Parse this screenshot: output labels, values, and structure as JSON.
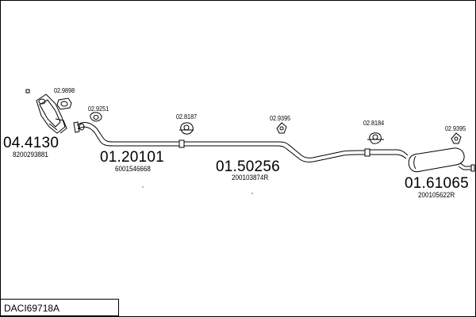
{
  "model_code": "DACI69718A",
  "parts": [
    {
      "id": "part-catalyst",
      "number": "04.4130",
      "oem": "8200293881"
    },
    {
      "id": "part-front-pipe",
      "number": "01.20101",
      "oem": "6001546668"
    },
    {
      "id": "part-middle-pipe",
      "number": "01.50256",
      "oem": "200103874R"
    },
    {
      "id": "part-rear-muffler",
      "number": "01.61065",
      "oem": "200105622R"
    }
  ],
  "fittings": [
    {
      "id": "fitting-1",
      "number": "02.9898"
    },
    {
      "id": "fitting-2",
      "number": "02.9251"
    },
    {
      "id": "fitting-3",
      "number": "02.8187"
    },
    {
      "id": "fitting-4",
      "number": "02.9395"
    },
    {
      "id": "fitting-5",
      "number": "02.8184"
    },
    {
      "id": "fitting-6",
      "number": "02.9395"
    }
  ]
}
